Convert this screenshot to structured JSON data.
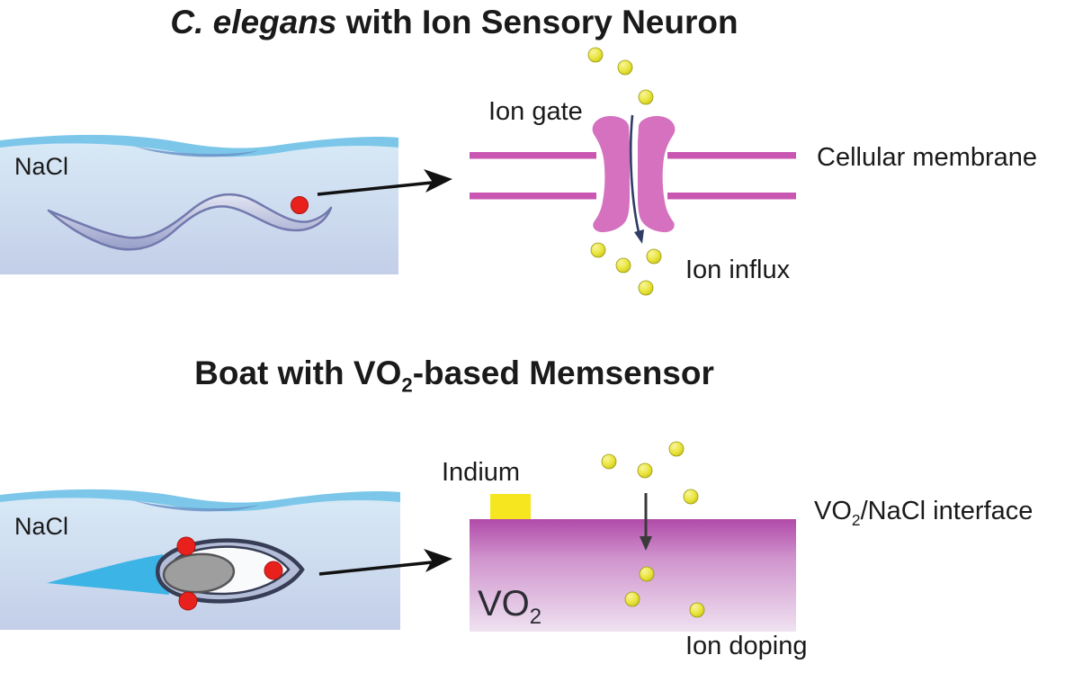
{
  "top_panel": {
    "title_italic": "C. elegans",
    "title_rest": " with Ion Sensory Neuron",
    "water_label": "NaCl",
    "ion_gate_label": "Ion gate",
    "membrane_label": "Cellular membrane",
    "influx_label": "Ion influx"
  },
  "bottom_panel": {
    "title_prefix": "Boat with VO",
    "title_sub": "2",
    "title_suffix": "-based Memsensor",
    "water_label": "NaCl",
    "indium_label": "Indium",
    "vo2_prefix": "VO",
    "vo2_sub": "2",
    "interface_prefix": "VO",
    "interface_sub": "2",
    "interface_suffix": "/NaCl interface",
    "doping_label": "Ion doping"
  },
  "colors": {
    "water_blue_top": "#d8e9f6",
    "water_blue_bottom": "#c3cee8",
    "surface_cyan": "#7cc7e9",
    "membrane_magenta": "#c957b2",
    "gate_pink": "#d571bf",
    "ion_yellow": "#e9e43a",
    "indium_yellow": "#f5e61f",
    "vo2_gradient_top": "#b14aa9",
    "vo2_gradient_bottom": "#efe2f1",
    "red_marker": "#e8211d",
    "channel_arrow_navy": "#2e3d66",
    "wake_cyan": "#3db4e6"
  }
}
